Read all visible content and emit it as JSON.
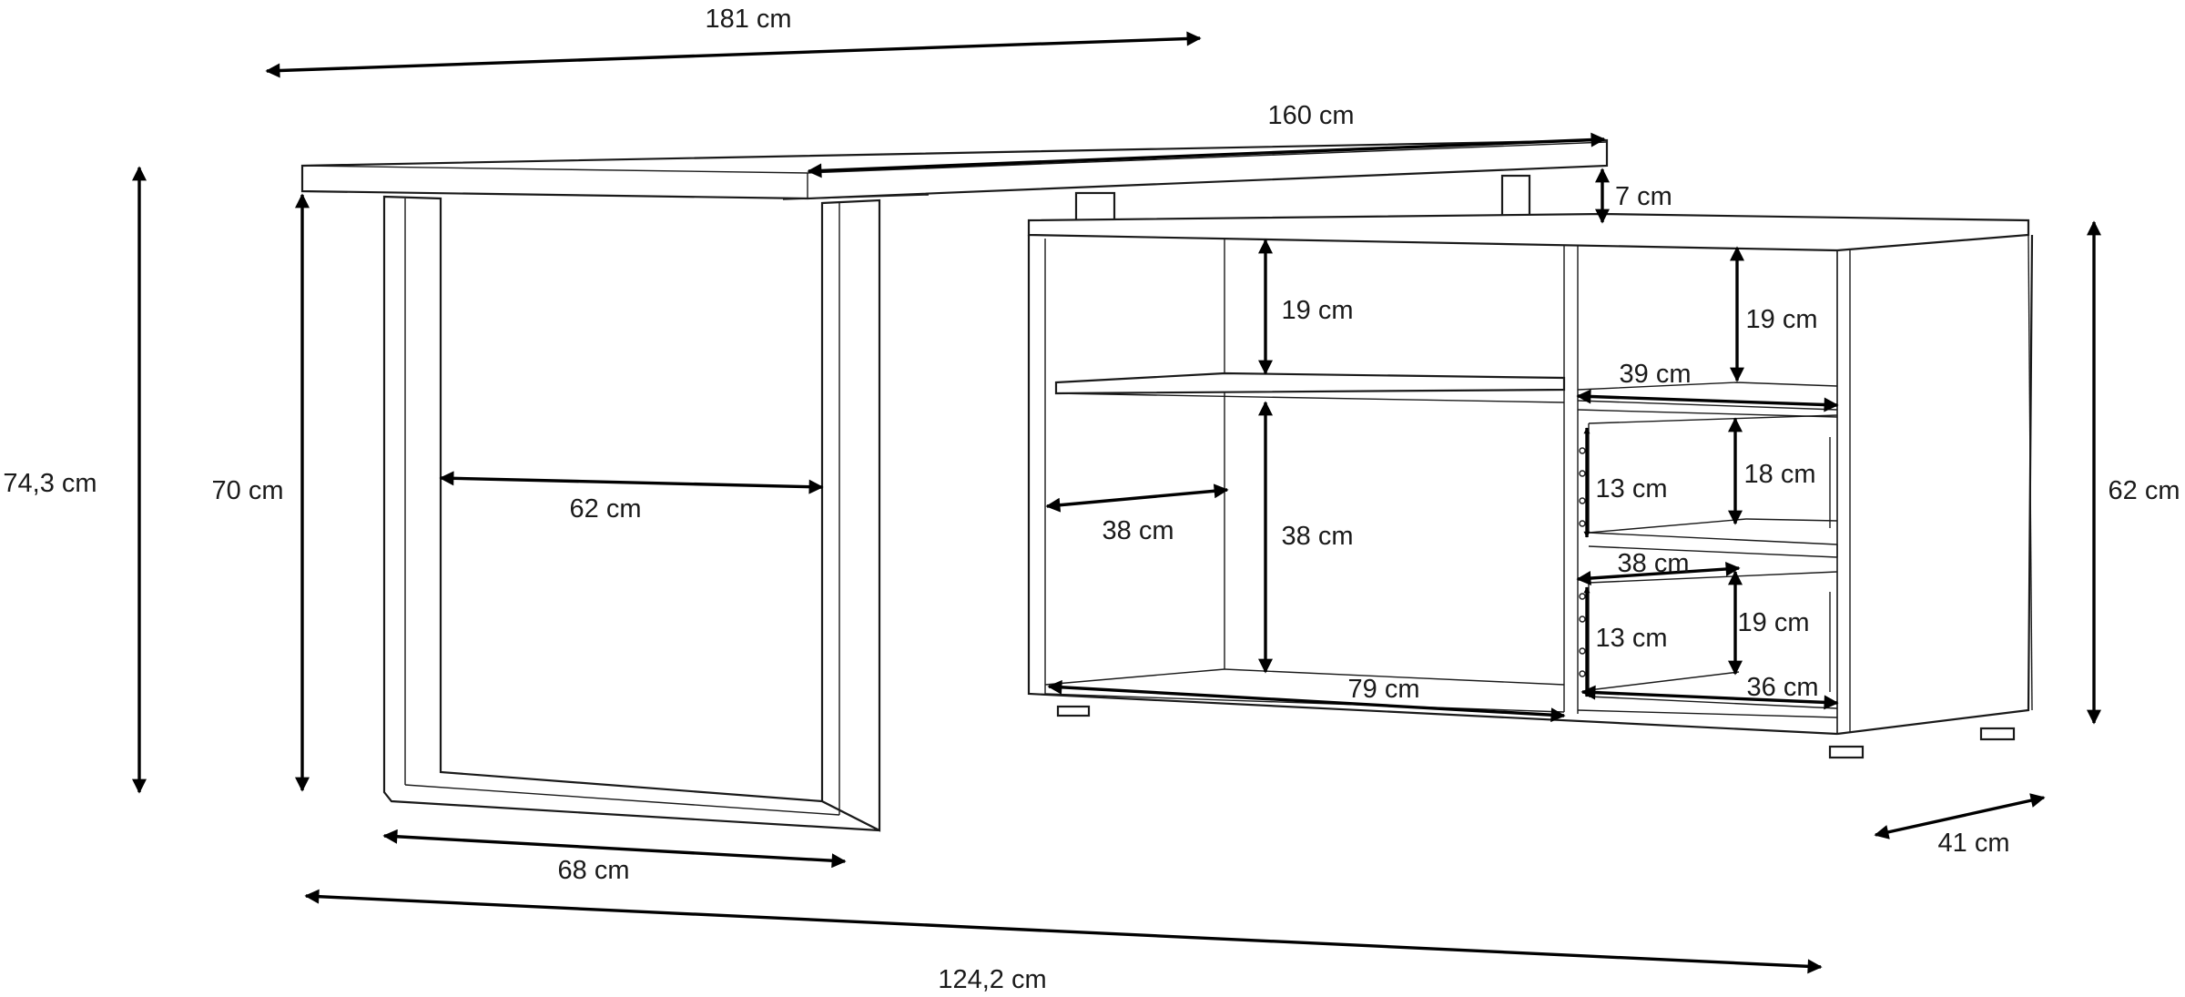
{
  "drawing": {
    "dimensions": {
      "overall_width_top": "181 cm",
      "desk_top_length": "160 cm",
      "top_gap": "7 cm",
      "overall_height": "74,3 cm",
      "desk_height": "70 cm",
      "frame_inner_depth": "62 cm",
      "frame_depth": "68 cm",
      "overall_width_bottom": "124,2 cm",
      "sideboard_height": "62 cm",
      "sideboard_depth": "41 cm",
      "upper_left_shelf_height": "19 cm",
      "upper_right_shelf_height": "19 cm",
      "right_shelf_width": "39 cm",
      "left_compartment_depth": "38 cm",
      "lower_left_shelf_height": "38 cm",
      "drawer_1_front_height": "13 cm",
      "drawer_1_inner_height": "18 cm",
      "drawer_width": "38 cm",
      "drawer_2_front_height": "13 cm",
      "drawer_2_inner_height": "19 cm",
      "left_bottom_width": "79 cm",
      "right_bottom_width": "36 cm"
    }
  }
}
